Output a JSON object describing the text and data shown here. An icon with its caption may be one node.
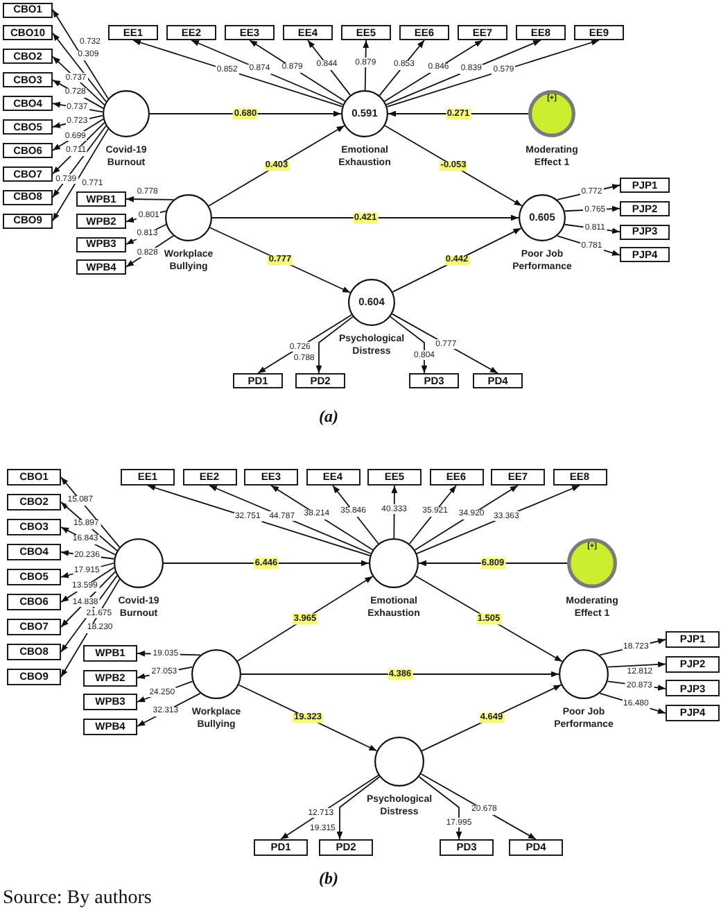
{
  "diagram": {
    "caption": "Source: By authors",
    "nodes": [
      {
        "text": [
          "CBO1"
        ]
      },
      {
        "text": [
          "CBO10"
        ]
      },
      {
        "text": [
          "CBO2"
        ]
      },
      {
        "text": [
          "CBO3"
        ]
      },
      {
        "text": [
          "CBO4"
        ]
      },
      {
        "text": [
          "CBO5"
        ]
      },
      {
        "text": [
          "CBO6"
        ]
      },
      {
        "text": [
          "CBO7"
        ]
      },
      {
        "text": [
          "CBO8"
        ]
      },
      {
        "text": [
          "CBO9"
        ]
      },
      {
        "text": [
          "EE1"
        ]
      },
      {
        "text": [
          "EE2"
        ]
      },
      {
        "text": [
          "EE3"
        ]
      },
      {
        "text": [
          "EE4"
        ]
      },
      {
        "text": [
          "EE5"
        ]
      },
      {
        "text": [
          "EE6"
        ]
      },
      {
        "text": [
          "EE7"
        ]
      },
      {
        "text": [
          "EE8"
        ]
      },
      {
        "text": [
          "EE9"
        ]
      },
      {
        "text": [],
        "shape": "circle",
        "beside": [
          "Covid-19 Burnout"
        ]
      },
      {
        "text": [
          "0.591"
        ],
        "beside": [
          "Emotional Exhaustion"
        ]
      },
      {
        "text": [
          "[+]"
        ],
        "beside": [
          "Moderating Effect 1"
        ]
      },
      {
        "text": [
          "WPB1"
        ]
      },
      {
        "text": [
          "WPB2"
        ]
      },
      {
        "text": [
          "WPB3"
        ]
      },
      {
        "text": [
          "WPB4"
        ]
      },
      {
        "text": [],
        "shape": "circle",
        "beside": [
          "Workplace Bullying"
        ]
      },
      {
        "text": [
          "0.605"
        ],
        "beside": [
          "Poor Job Performance"
        ]
      },
      {
        "text": [
          "PJP1"
        ]
      },
      {
        "text": [
          "PJP2"
        ]
      },
      {
        "text": [
          "PJP3"
        ]
      },
      {
        "text": [
          "PJP4"
        ]
      },
      {
        "text": [
          "0.604"
        ],
        "beside": [
          "Psychological Distress"
        ]
      },
      {
        "text": [
          "PD1"
        ]
      },
      {
        "text": [
          "PD2"
        ]
      },
      {
        "text": [
          "PD3"
        ]
      },
      {
        "text": [
          "PD4"
        ]
      },
      {
        "text": [
          "CBO1"
        ]
      },
      {
        "text": [
          "CBO2"
        ]
      },
      {
        "text": [
          "CBO3"
        ]
      },
      {
        "text": [
          "CBO4"
        ]
      },
      {
        "text": [
          "CBO5"
        ]
      },
      {
        "text": [
          "CBO6"
        ]
      },
      {
        "text": [
          "CBO7"
        ]
      },
      {
        "text": [
          "CBO8"
        ]
      },
      {
        "text": [
          "CBO9"
        ]
      },
      {
        "text": [
          "EE1"
        ]
      },
      {
        "text": [
          "EE2"
        ]
      },
      {
        "text": [
          "EE3"
        ]
      },
      {
        "text": [
          "EE4"
        ]
      },
      {
        "text": [
          "EE5"
        ]
      },
      {
        "text": [
          "EE6"
        ]
      },
      {
        "text": [
          "EE7"
        ]
      },
      {
        "text": [
          "EE8"
        ]
      },
      {
        "text": [],
        "shape": "circle",
        "beside": [
          "Covid-19 Burnout"
        ]
      },
      {
        "text": [],
        "shape": "circle",
        "beside": [
          "Emotional Exhaustion"
        ]
      },
      {
        "text": [
          "[+]"
        ],
        "beside": [
          "Moderating Effect 1"
        ]
      },
      {
        "text": [
          "WPB1"
        ]
      },
      {
        "text": [
          "WPB2"
        ]
      },
      {
        "text": [
          "WPB3"
        ]
      },
      {
        "text": [
          "WPB4"
        ]
      },
      {
        "text": [],
        "shape": "circle",
        "beside": [
          "Workplace Bullying"
        ]
      },
      {
        "text": [],
        "shape": "circle",
        "beside": [
          "Poor Job Performance"
        ]
      },
      {
        "text": [
          "PJP1"
        ]
      },
      {
        "text": [
          "PJP2"
        ]
      },
      {
        "text": [
          "PJP3"
        ]
      },
      {
        "text": [
          "PJP4"
        ]
      },
      {
        "text": [],
        "shape": "circle",
        "beside": [
          "Psychological Distress"
        ]
      },
      {
        "text": [
          "PD1"
        ]
      },
      {
        "text": [
          "PD2"
        ]
      },
      {
        "text": [
          "PD3"
        ]
      },
      {
        "text": [
          "PD4"
        ]
      }
    ],
    "edges": [
      {
        "from": 19,
        "to": 0,
        "arrow": "to",
        "label": "0.732"
      },
      {
        "from": 19,
        "to": 1,
        "arrow": "to",
        "label": "0.309"
      },
      {
        "from": 19,
        "to": 2,
        "arrow": "to",
        "label": "0.737"
      },
      {
        "from": 19,
        "to": 3,
        "arrow": "to",
        "label": "0.728"
      },
      {
        "from": 19,
        "to": 4,
        "arrow": "to",
        "label": "0.737"
      },
      {
        "from": 19,
        "to": 5,
        "arrow": "to",
        "label": "0.723"
      },
      {
        "from": 19,
        "to": 6,
        "arrow": "to",
        "label": "0.699"
      },
      {
        "from": 19,
        "to": 7,
        "arrow": "to",
        "label": "0.711"
      },
      {
        "from": 19,
        "to": 8,
        "arrow": "to",
        "label": "0.739"
      },
      {
        "from": 19,
        "to": 9,
        "arrow": "to",
        "label": "0.771"
      },
      {
        "from": 20,
        "to": 10,
        "arrow": "to",
        "label": "0.852"
      },
      {
        "from": 20,
        "to": 11,
        "arrow": "to",
        "label": "0.874"
      },
      {
        "from": 20,
        "to": 12,
        "arrow": "to",
        "label": "0.879"
      },
      {
        "from": 20,
        "to": 13,
        "arrow": "to",
        "label": "0.844"
      },
      {
        "from": 20,
        "to": 14,
        "arrow": "to",
        "label": "0.879"
      },
      {
        "from": 20,
        "to": 15,
        "arrow": "to",
        "label": "0.853"
      },
      {
        "from": 20,
        "to": 16,
        "arrow": "to",
        "label": "0.846"
      },
      {
        "from": 20,
        "to": 17,
        "arrow": "to",
        "label": "0.839"
      },
      {
        "from": 20,
        "to": 18,
        "arrow": "to",
        "label": "0.579"
      },
      {
        "from": 19,
        "to": 20,
        "arrow": "to",
        "label": "0.680"
      },
      {
        "from": 26,
        "to": 20,
        "arrow": "to",
        "label": "0.403"
      },
      {
        "from": 21,
        "to": 20,
        "arrow": "to",
        "label": "0.271"
      },
      {
        "from": 20,
        "to": 27,
        "arrow": "to",
        "label": "-0.053"
      },
      {
        "from": 26,
        "to": 27,
        "arrow": "to",
        "label": "0.421"
      },
      {
        "from": 26,
        "to": 32,
        "arrow": "to",
        "label": "0.777"
      },
      {
        "from": 32,
        "to": 27,
        "arrow": "to",
        "label": "0.442"
      },
      {
        "from": 26,
        "to": 22,
        "arrow": "to",
        "label": "0.778"
      },
      {
        "from": 26,
        "to": 23,
        "arrow": "to",
        "label": "0.801"
      },
      {
        "from": 26,
        "to": 24,
        "arrow": "to",
        "label": "0.813"
      },
      {
        "from": 26,
        "to": 25,
        "arrow": "to",
        "label": "0.828"
      },
      {
        "from": 27,
        "to": 28,
        "arrow": "to",
        "label": "0.772"
      },
      {
        "from": 27,
        "to": 29,
        "arrow": "to",
        "label": "0.765"
      },
      {
        "from": 27,
        "to": 30,
        "arrow": "to",
        "label": "0.811"
      },
      {
        "from": 27,
        "to": 31,
        "arrow": "to",
        "label": "0.781"
      },
      {
        "from": 32,
        "to": 33,
        "arrow": "to",
        "label": "0.726"
      },
      {
        "from": 32,
        "to": 34,
        "arrow": "to",
        "label": "0.788"
      },
      {
        "from": 32,
        "to": 35,
        "arrow": "to",
        "label": "0.804"
      },
      {
        "from": 32,
        "to": 36,
        "arrow": "to",
        "label": "0.777"
      },
      {
        "from": 54,
        "to": 37,
        "arrow": "to",
        "label": "15.087"
      },
      {
        "from": 54,
        "to": 38,
        "arrow": "to",
        "label": "15.897"
      },
      {
        "from": 54,
        "to": 39,
        "arrow": "to",
        "label": "16.843"
      },
      {
        "from": 54,
        "to": 40,
        "arrow": "to",
        "label": "20.236"
      },
      {
        "from": 54,
        "to": 41,
        "arrow": "to",
        "label": "17.915"
      },
      {
        "from": 54,
        "to": 42,
        "arrow": "to",
        "label": "13.599"
      },
      {
        "from": 54,
        "to": 43,
        "arrow": "to",
        "label": "14.838"
      },
      {
        "from": 54,
        "to": 44,
        "arrow": "to",
        "label": "18.230"
      },
      {
        "from": 54,
        "to": 45,
        "arrow": "to",
        "label": "21.675"
      },
      {
        "from": 55,
        "to": 46,
        "arrow": "to",
        "label": "32.751"
      },
      {
        "from": 55,
        "to": 47,
        "arrow": "to",
        "label": "44.787"
      },
      {
        "from": 55,
        "to": 48,
        "arrow": "to",
        "label": "38.214"
      },
      {
        "from": 55,
        "to": 49,
        "arrow": "to",
        "label": "35.846"
      },
      {
        "from": 55,
        "to": 50,
        "arrow": "to",
        "label": "40.333"
      },
      {
        "from": 55,
        "to": 51,
        "arrow": "to",
        "label": "35.921"
      },
      {
        "from": 55,
        "to": 52,
        "arrow": "to",
        "label": "34.920"
      },
      {
        "from": 55,
        "to": 53,
        "arrow": "to",
        "label": "33.363"
      },
      {
        "from": 54,
        "to": 55,
        "arrow": "to",
        "label": "6.446"
      },
      {
        "from": 61,
        "to": 55,
        "arrow": "to",
        "label": "3.965"
      },
      {
        "from": 56,
        "to": 55,
        "arrow": "to",
        "label": "6.809"
      },
      {
        "from": 55,
        "to": 62,
        "arrow": "to",
        "label": "1.505"
      },
      {
        "from": 61,
        "to": 62,
        "arrow": "to",
        "label": "4.386"
      },
      {
        "from": 61,
        "to": 67,
        "arrow": "to",
        "label": "19.323"
      },
      {
        "from": 67,
        "to": 62,
        "arrow": "to",
        "label": "4.649"
      },
      {
        "from": 61,
        "to": 57,
        "arrow": "to",
        "label": "19.035"
      },
      {
        "from": 61,
        "to": 58,
        "arrow": "to",
        "label": "27.053"
      },
      {
        "from": 61,
        "to": 59,
        "arrow": "to",
        "label": "24.250"
      },
      {
        "from": 61,
        "to": 60,
        "arrow": "to",
        "label": "32.313"
      },
      {
        "from": 62,
        "to": 63,
        "arrow": "to",
        "label": "18.723"
      },
      {
        "from": 62,
        "to": 64,
        "arrow": "to",
        "label": "12.812"
      },
      {
        "from": 62,
        "to": 65,
        "arrow": "to",
        "label": "20.873"
      },
      {
        "from": 62,
        "to": 66,
        "arrow": "to",
        "label": "16.480"
      },
      {
        "from": 67,
        "to": 68,
        "arrow": "to",
        "label": "12.713"
      },
      {
        "from": 67,
        "to": 69,
        "arrow": "to",
        "label": "19.315"
      },
      {
        "from": 67,
        "to": 70,
        "arrow": "to",
        "label": "17.995"
      },
      {
        "from": 67,
        "to": 71,
        "arrow": "to",
        "label": "20.678"
      }
    ],
    "labels": [
      "(a)",
      "(b)"
    ]
  }
}
